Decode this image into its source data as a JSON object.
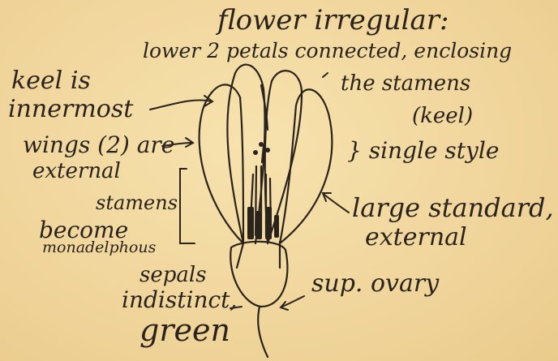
{
  "annotations": {
    "title_line1": "flower irregular:",
    "title_line2": "lower 2 petals connected, enclosing",
    "title_line3": "the stamens",
    "title_line4": "(keel)",
    "keel_line1": "keel is",
    "keel_line2": "innermost",
    "wings_line1": "wings (2) are",
    "wings_line2": "external",
    "style": "} single style",
    "stamens_line1": "stamens",
    "stamens_line2": "become",
    "stamens_line3": "monadelphous",
    "standard_line1": "large standard,",
    "standard_line2": "external",
    "ovary": "sup. ovary",
    "sepals_line1": "sepals",
    "sepals_line2": "indistinct,",
    "sepals_line3": "green"
  },
  "colors": {
    "paper": "#f2d9a0",
    "ink": "#2a231c"
  }
}
